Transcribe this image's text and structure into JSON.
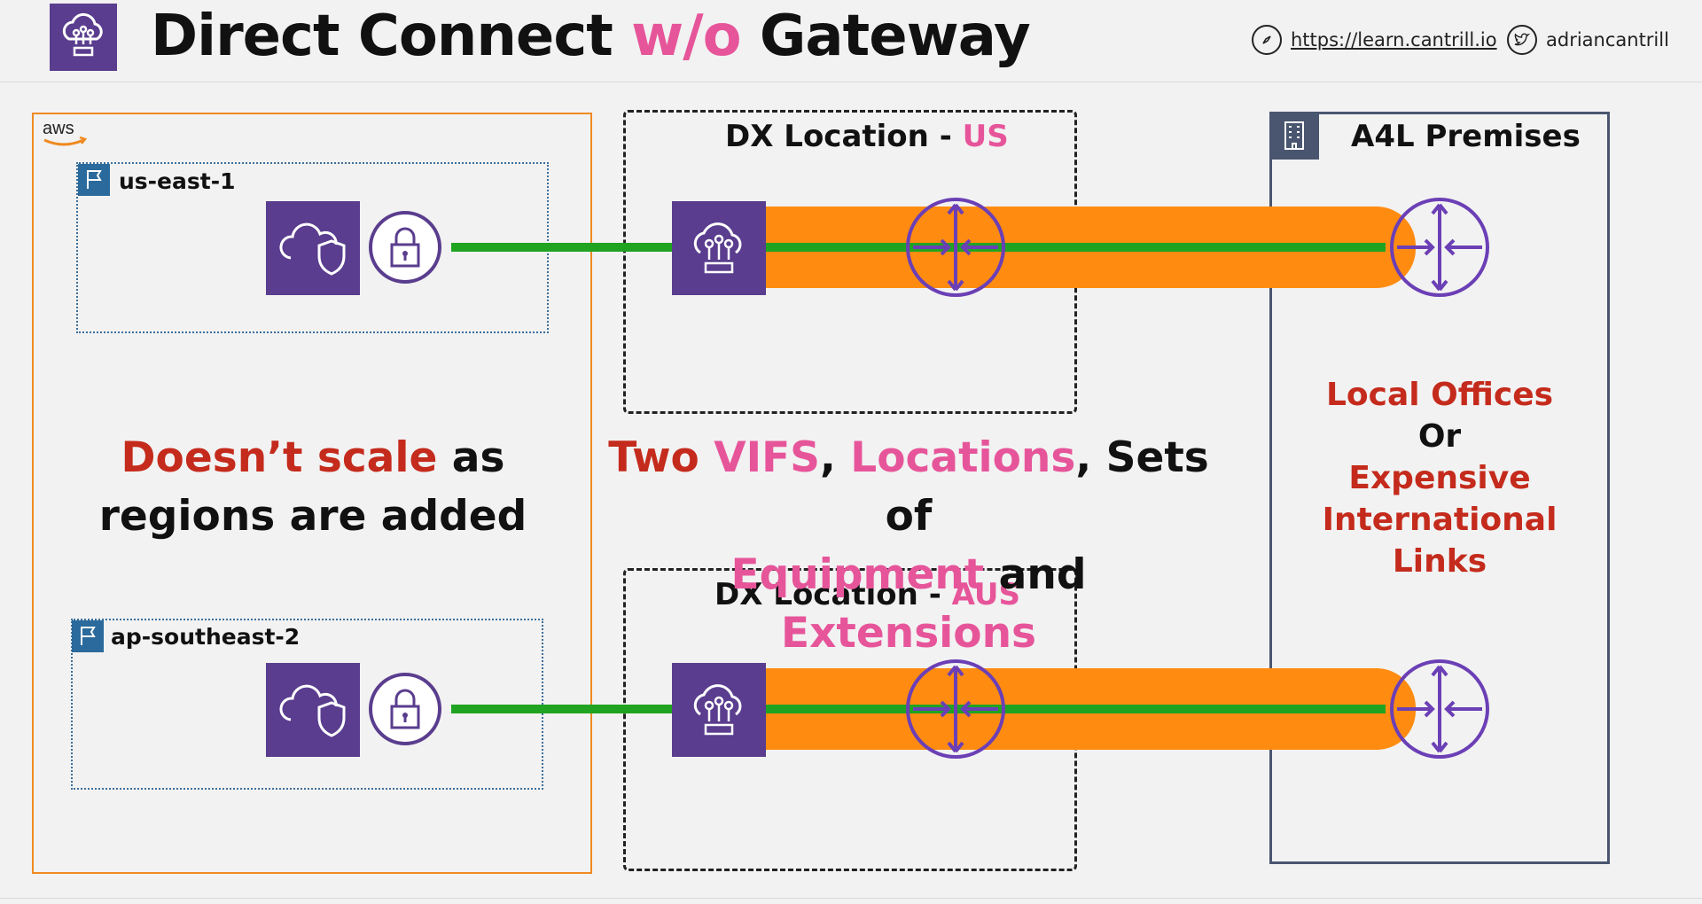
{
  "header": {
    "title_pre": "Direct Connect ",
    "title_accent": "w/o",
    "title_post": " Gateway",
    "site_link": "https://learn.cantrill.io",
    "twitter_handle": "adriancantrill"
  },
  "aws": {
    "logo_text": "aws",
    "regions": [
      {
        "label": "us-east-1"
      },
      {
        "label": "ap-southeast-2"
      }
    ]
  },
  "dx_locations": [
    {
      "title": "DX Location - ",
      "accent": "US"
    },
    {
      "title": "DX Location - ",
      "accent": "AUS"
    }
  ],
  "premises": {
    "title": "A4L Premises",
    "msg_line1": "Local Offices",
    "msg_line2": "Or",
    "msg_line3": "Expensive",
    "msg_line4": "International",
    "msg_line5": "Links"
  },
  "messages": {
    "left_red": "Doesn’t scale",
    "left_rest1": " as",
    "left_line2": "regions are added",
    "mid_two": "Two ",
    "mid_vifs": "VIFS",
    "mid_comma1": ", ",
    "mid_locations": "Locations",
    "mid_sets": ", Sets of",
    "mid_equipment": "Equipment",
    "mid_and": " and ",
    "mid_extensions": "Extensions"
  },
  "colors": {
    "accent_pink": "#e6559a",
    "warning_red": "#c42b1c",
    "aws_purple": "#5a3d8e",
    "router_purple": "#6b3fb5",
    "link_green": "#21a322",
    "extension_orange": "#ff8c11",
    "aws_cloud_border": "#ef8a21",
    "premises_border": "#4a5670"
  },
  "icons": {
    "header": "direct-connect-icon",
    "region": "region-flag-icon",
    "vgw": "vpn-gateway-icon",
    "lock": "lock-icon",
    "dx_router": "direct-connect-icon",
    "router": "router-icon",
    "building": "building-icon",
    "globe": "compass-icon",
    "twitter": "twitter-icon"
  }
}
